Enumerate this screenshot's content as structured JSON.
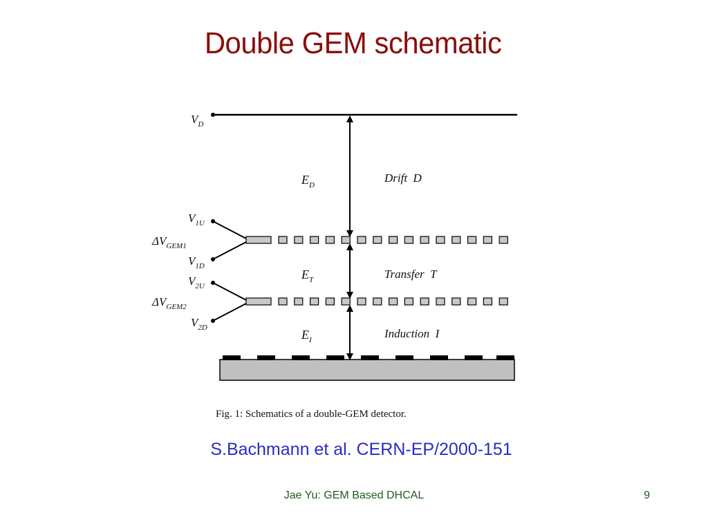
{
  "slide": {
    "title": "Double GEM schematic",
    "citation": "S.Bachmann et al. CERN-EP/2000-151",
    "footer": "Jae Yu: GEM Based DHCAL",
    "page_number": "9"
  },
  "figure": {
    "caption": "Fig. 1: Schematics of a double-GEM detector.",
    "voltage_labels": {
      "vd": {
        "main": "V",
        "sub": "D"
      },
      "v1u": {
        "main": "V",
        "sub": "1U"
      },
      "v1d": {
        "main": "V",
        "sub": "1D"
      },
      "v2u": {
        "main": "V",
        "sub": "2U"
      },
      "v2d": {
        "main": "V",
        "sub": "2D"
      },
      "dv_gem1": {
        "main": "ΔV",
        "sub": "GEM1"
      },
      "dv_gem2": {
        "main": "ΔV",
        "sub": "GEM2"
      }
    },
    "field_labels": {
      "ed": {
        "main": "E",
        "sub": "D"
      },
      "et": {
        "main": "E",
        "sub": "T"
      },
      "ei": {
        "main": "E",
        "sub": "I"
      }
    },
    "region_labels": {
      "drift": "Drift  D",
      "transfer": "Transfer  T",
      "induction": "Induction  I"
    },
    "colors": {
      "title": "#8b0d0d",
      "citation": "#2b2bc4",
      "footer": "#1f5a1f",
      "gem_fill": "#c8c8c8",
      "readout_board": "#c0c0c0"
    }
  }
}
